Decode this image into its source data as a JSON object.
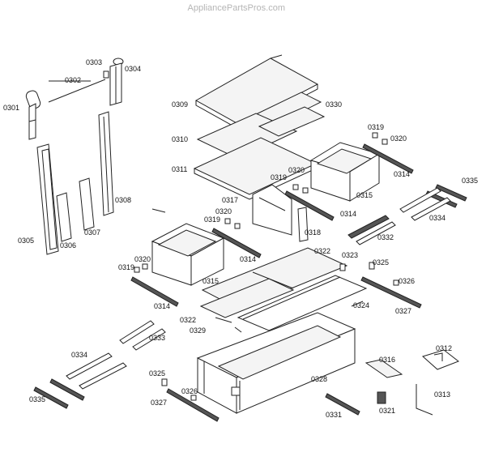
{
  "watermark": "AppliancePartsPros.com",
  "labels": {
    "l0301": "0301",
    "l0302": "0302",
    "l0303": "0303",
    "l0304": "0304",
    "l0305": "0305",
    "l0306": "0306",
    "l0307": "0307",
    "l0308": "0308",
    "l0309": "0309",
    "l0330": "0330",
    "l0310": "0310",
    "l0311": "0311",
    "l0319a": "0319",
    "l0320a": "0320",
    "l0314a": "0314",
    "l0315a": "0315",
    "l0335a": "0335",
    "l0334a": "0334",
    "l0319b": "0319",
    "l0320b": "0320",
    "l0317": "0317",
    "l0320c": "0320",
    "l0319c": "0319",
    "l0318": "0318",
    "l0314b": "0314",
    "l0332": "0332",
    "l0314c": "0314",
    "l0322a": "0322",
    "l0323": "0323",
    "l0325a": "0325",
    "l0326a": "0326",
    "l0320d": "0320",
    "l0319d": "0319",
    "l0315b": "0315",
    "l0314d": "0314",
    "l0324": "0324",
    "l0327a": "0327",
    "l0322b": "0322",
    "l0329": "0329",
    "l0333": "0333",
    "l0334b": "0334",
    "l0312": "0312",
    "l0316": "0316",
    "l0328": "0328",
    "l0325b": "0325",
    "l0326b": "0326",
    "l0327b": "0327",
    "l0335b": "0335",
    "l0331": "0331",
    "l0321": "0321",
    "l0313": "0313"
  }
}
